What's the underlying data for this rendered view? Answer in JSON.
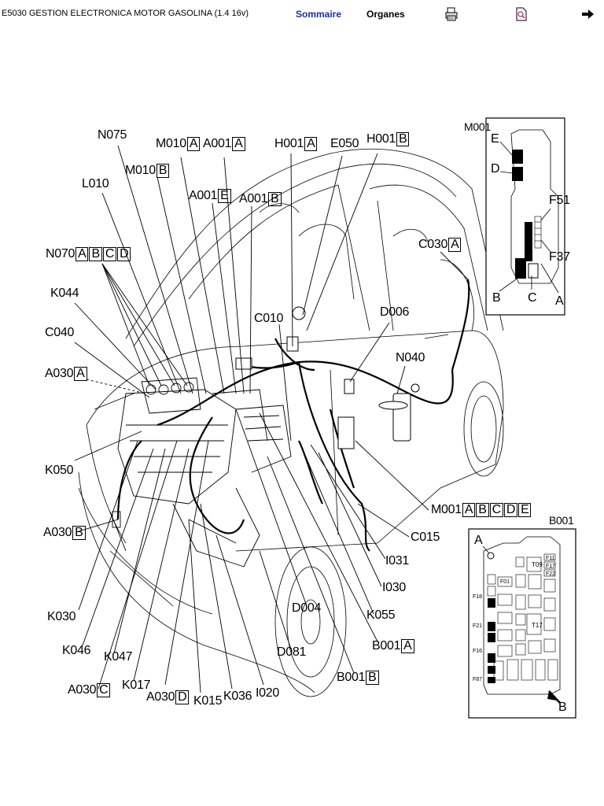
{
  "header": {
    "title": "E5030 GESTION ELECTRONICA MOTOR GASOLINA   (1.4 16v)",
    "nav_sommaire": "Sommaire",
    "nav_organes": "Organes",
    "icons": [
      "print-icon",
      "zoom-document-icon",
      "next-arrow-icon"
    ]
  },
  "diagram": {
    "labels": {
      "n075": "N075",
      "m010": "M010",
      "m010_a": "A",
      "a001": "A001",
      "a001_a": "A",
      "h001": "H001",
      "h001_a": "A",
      "e050": "E050",
      "h001_b": "B",
      "m010_b": "B",
      "l010": "L010",
      "a001_e": "E",
      "a001_b": "B",
      "n070": "N070",
      "n070_a": "A",
      "n070_b": "B",
      "n070_c": "C",
      "n070_d": "D",
      "k044": "K044",
      "c040": "C040",
      "a030": "A030",
      "a030_a": "A",
      "c010": "C010",
      "d006": "D006",
      "c030": "C030",
      "c030_a": "A",
      "n040": "N040",
      "k050": "K050",
      "m001": "M001",
      "m001_a": "A",
      "m001_b": "B",
      "m001_c": "C",
      "m001_d": "D",
      "m001_e": "E",
      "c015": "C015",
      "a030_b": "B",
      "i031": "I031",
      "i030": "I030",
      "k030": "K030",
      "d004": "D004",
      "k055": "K055",
      "k046": "K046",
      "b001": "B001",
      "b001_a": "A",
      "k047": "K047",
      "d081": "D081",
      "a030_c": "C",
      "k017": "K017",
      "a030_d": "D",
      "k015": "K015",
      "k036": "K036",
      "i020": "I020",
      "b001_b": "B"
    },
    "inset_m001": {
      "title": "M001",
      "e": "E",
      "d": "D",
      "f51": "F51",
      "f37": "F37",
      "b": "B",
      "c": "C",
      "a": "A"
    },
    "inset_b001": {
      "title": "B001",
      "a": "A",
      "b": "B",
      "t09": "T09",
      "t17": "T17",
      "f11": "F11",
      "f17": "F17",
      "f22": "F22",
      "f01": "F01",
      "f18": "F18",
      "f21": "F21",
      "f16": "F16",
      "f87": "F87"
    }
  }
}
